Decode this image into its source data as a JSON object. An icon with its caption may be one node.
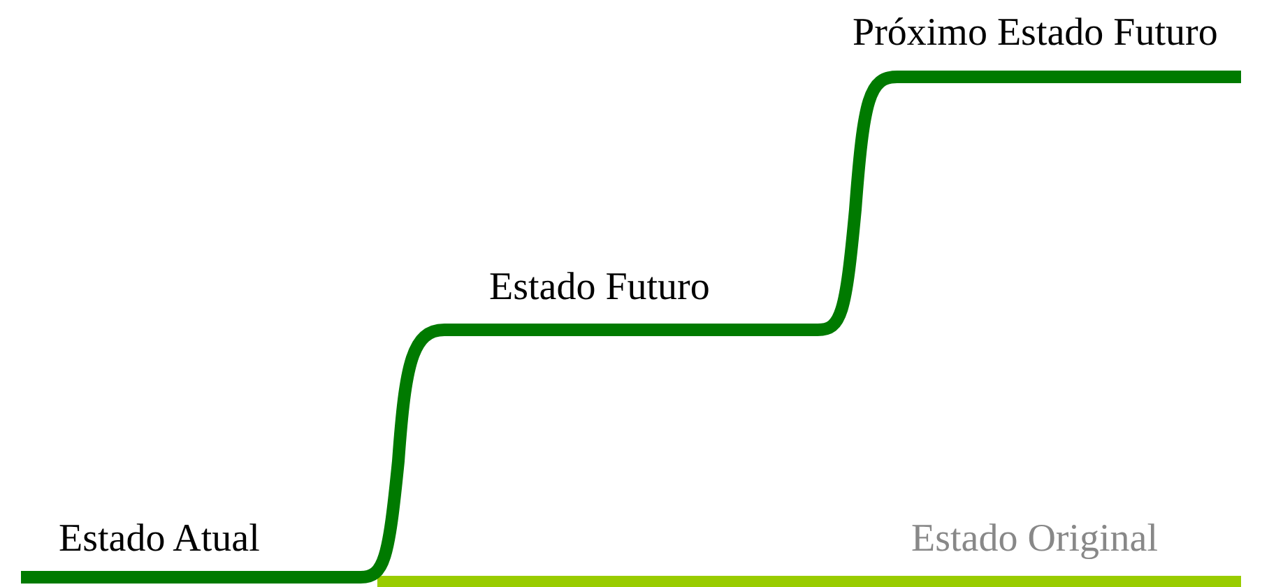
{
  "diagram": {
    "labels": [
      "Próximo Estado Futuro",
      "Estado Futuro",
      "Estado Atual",
      "Estado Original"
    ]
  }
}
